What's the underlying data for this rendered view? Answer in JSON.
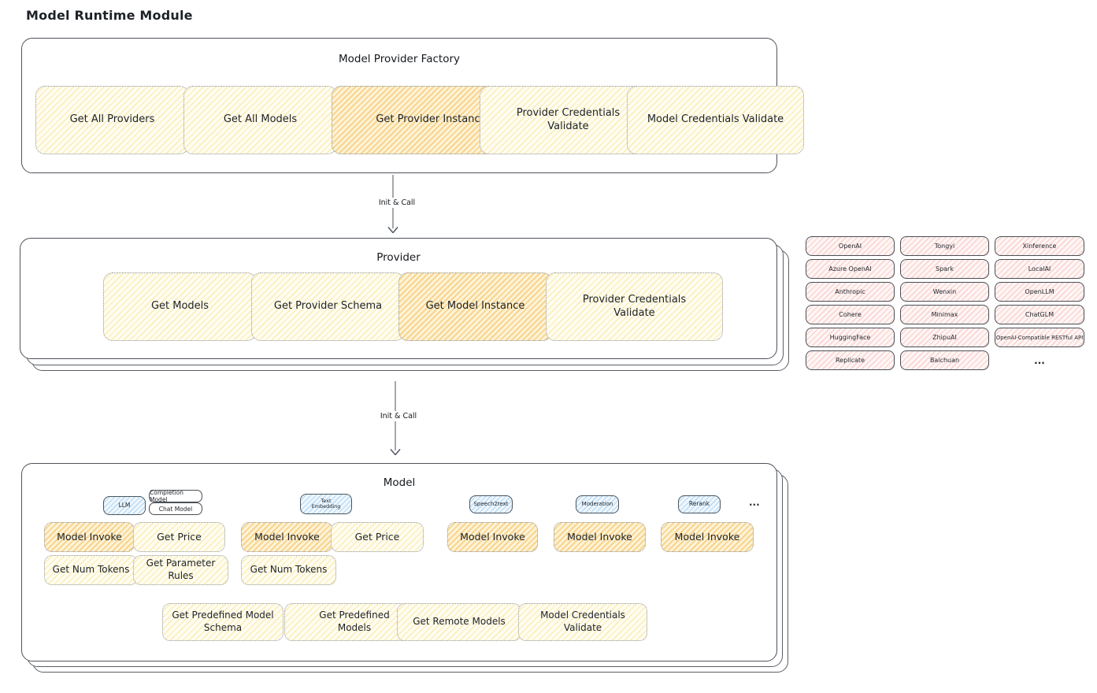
{
  "page": {
    "title": "Model Runtime Module"
  },
  "colors": {
    "panel_border": "#4e535a",
    "yellow_fill": "#fffdf2",
    "orange_fill": "#fdf3d8",
    "pink_fill": "#fef6f5",
    "blue_fill": "#f0f7fd"
  },
  "arrows": {
    "init_call_1": "Init & Call",
    "init_call_2": "Init & Call"
  },
  "factory": {
    "title": "Model Provider Factory",
    "methods": [
      {
        "label": "Get All Providers"
      },
      {
        "label": "Get All Models"
      },
      {
        "label": "Get Provider Instance",
        "highlight": true
      },
      {
        "label": "Provider Credentials Validate"
      },
      {
        "label": "Model Credentials Validate"
      }
    ]
  },
  "provider": {
    "title": "Provider",
    "methods": [
      {
        "label": "Get Models"
      },
      {
        "label": "Get Provider Schema"
      },
      {
        "label": "Get Model Instance",
        "highlight": true
      },
      {
        "label": "Provider Credentials Validate"
      }
    ],
    "vendors": [
      [
        "OpenAI",
        "Tongyi",
        "Xinference"
      ],
      [
        "Azure OpenAI",
        "Spark",
        "LocalAI"
      ],
      [
        "Anthropic",
        "Wenxin",
        "OpenLLM"
      ],
      [
        "Cohere",
        "Minimax",
        "ChatGLM"
      ],
      [
        "HuggingFace",
        "ZhipuAI",
        "OpenAI-Compatible RESTful API"
      ],
      [
        "Replicate",
        "Baichuan",
        "..."
      ]
    ]
  },
  "model": {
    "title": "Model",
    "types": {
      "llm": "LLM",
      "completion": "Completion Model",
      "chat": "Chat Model",
      "text_embedding": "Text Embedding",
      "speech2text": "Speech2text",
      "moderation": "Moderation",
      "rerank": "Rerank",
      "more": "..."
    },
    "methods": {
      "model_invoke": "Model Invoke",
      "get_price": "Get Price",
      "get_num_tokens": "Get Num Tokens",
      "get_parameter_rules": "Get Parameter Rules",
      "get_predefined_model_schema": "Get Predefined Model Schema",
      "get_predefined_models": "Get Predefined Models",
      "get_remote_models": "Get Remote Models",
      "model_credentials_validate": "Model Credentials Validate"
    }
  }
}
